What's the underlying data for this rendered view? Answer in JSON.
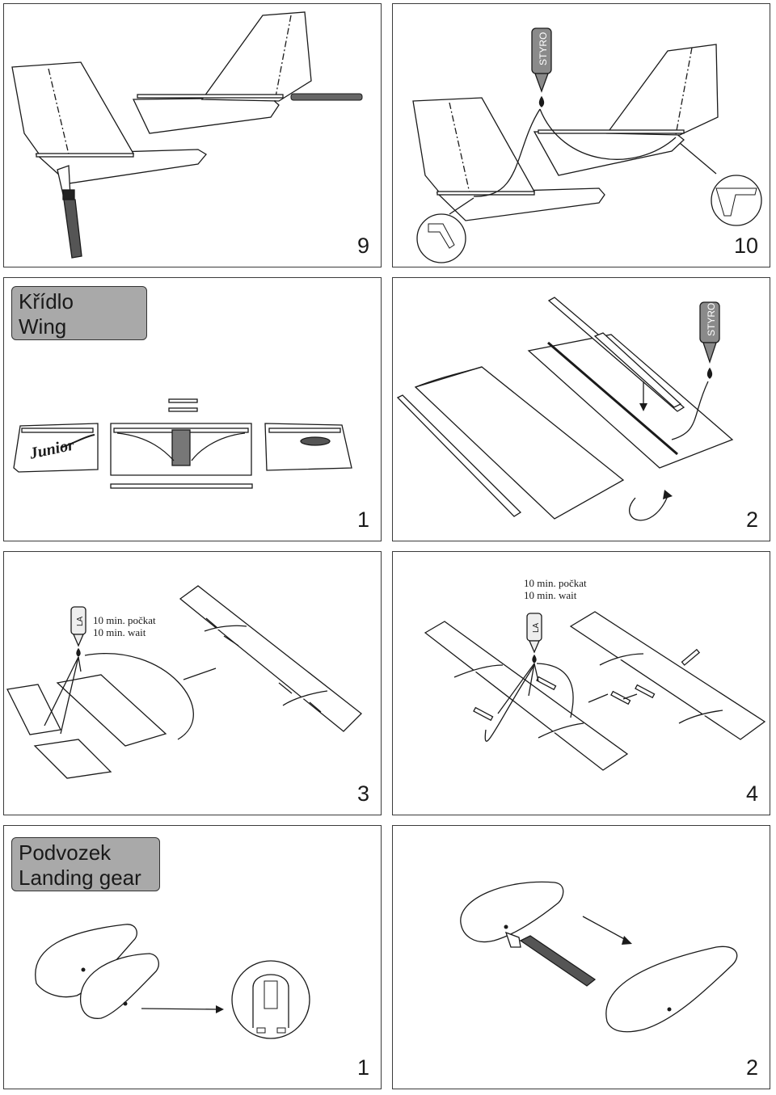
{
  "panels": [
    {
      "id": "tail-9",
      "step": "9"
    },
    {
      "id": "tail-10",
      "step": "10",
      "bottle_label": "STYRO"
    },
    {
      "id": "wing-1",
      "step": "1",
      "section": {
        "line1": "Křídlo",
        "line2": "Wing"
      },
      "logo_text": "Junior"
    },
    {
      "id": "wing-2",
      "step": "2",
      "bottle_label": "STYRO"
    },
    {
      "id": "wing-3",
      "step": "3",
      "bottle_label": "LA",
      "wait": {
        "cz": "10 min. počkat",
        "en": "10 min. wait"
      }
    },
    {
      "id": "wing-4",
      "step": "4",
      "bottle_label": "LA",
      "wait": {
        "cz": "10 min. počkat",
        "en": "10 min. wait"
      }
    },
    {
      "id": "gear-1",
      "step": "1",
      "section": {
        "line1": "Podvozek",
        "line2": "Landing gear"
      }
    },
    {
      "id": "gear-2",
      "step": "2"
    }
  ],
  "colors": {
    "section_box": "#a9a9a9",
    "line": "#1a1a1a",
    "dark_part": "#555555"
  }
}
